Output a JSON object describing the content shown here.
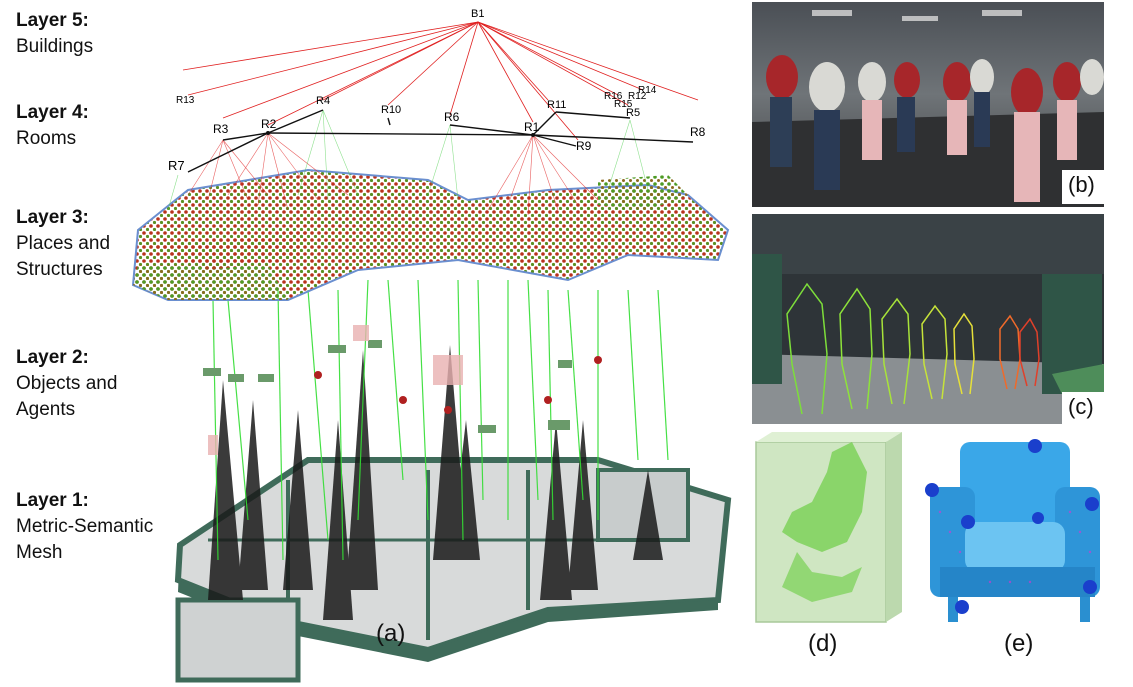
{
  "layers": [
    {
      "title": "Layer 5:",
      "desc": [
        "Buildings"
      ]
    },
    {
      "title": "Layer 4:",
      "desc": [
        "Rooms"
      ]
    },
    {
      "title": "Layer 3:",
      "desc": [
        "Places and",
        "Structures"
      ]
    },
    {
      "title": "Layer 2:",
      "desc": [
        "Objects and",
        "Agents"
      ]
    },
    {
      "title": "Layer 1:",
      "desc": [
        "Metric-Semantic",
        "Mesh"
      ]
    }
  ],
  "building_node": "B1",
  "room_nodes": {
    "r13": "R13",
    "r3": "R3",
    "r2": "R2",
    "r4": "R4",
    "r10": "R10",
    "r6": "R6",
    "r1": "R1",
    "r11": "R11",
    "r16": "R16",
    "r15": "R15",
    "r12": "R12",
    "r14": "R14",
    "r5": "R5",
    "r8": "R8",
    "r9": "R9",
    "r7": "R7"
  },
  "panel_tags": {
    "a": "(a)",
    "b": "(b)",
    "c": "(c)",
    "d": "(d)",
    "e": "(e)"
  },
  "colors": {
    "building_edges": "#e02020",
    "room_edges": "#111111",
    "place_nodes_red": "#c0301a",
    "place_nodes_green": "#4a9a22",
    "object_links": "#33dd33",
    "mesh_walls": "#3f6b5a",
    "floor": "#d6d8d8"
  }
}
